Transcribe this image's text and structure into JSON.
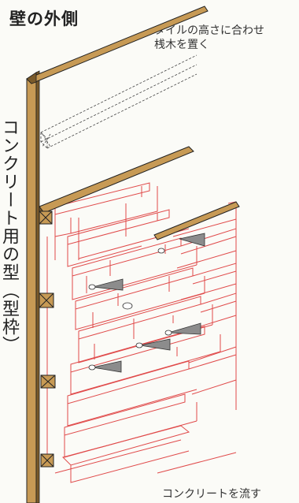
{
  "labels": {
    "title": "壁の外側",
    "top_note_line1": "タイルの高さに合わせ",
    "top_note_line2": "桟木を置く",
    "side_label": "コンクリート用の型（型枠）",
    "bottom_note": "コンクリートを流す"
  },
  "colors": {
    "wood": "#c79a55",
    "wood_dark": "#7a5a2a",
    "tile_line": "#e04a4a",
    "wedge": "#8c8c8c",
    "outline": "#222222"
  }
}
